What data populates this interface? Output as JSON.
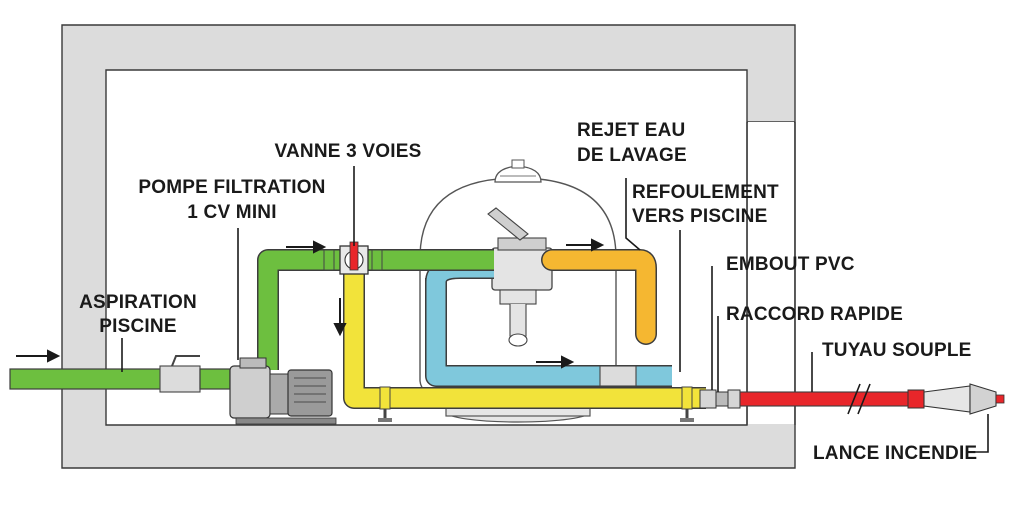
{
  "labels": {
    "aspiration_l1": "ASPIRATION",
    "aspiration_l2": "PISCINE",
    "pompe_l1": "POMPE FILTRATION",
    "pompe_l2": "1 CV MINI",
    "vanne": "VANNE 3 VOIES",
    "rejet_l1": "REJET EAU",
    "rejet_l2": "DE LAVAGE",
    "refoulement_l1": "REFOULEMENT",
    "refoulement_l2": "VERS PISCINE",
    "embout": "EMBOUT PVC",
    "raccord": "RACCORD RAPIDE",
    "tuyau": "TUYAU SOUPLE",
    "lance": "LANCE INCENDIE"
  },
  "colors": {
    "room_wall": "#dcdcdc",
    "wall_outline": "#3a3a3a",
    "pipe_green": "#6dbf3f",
    "pipe_yellow": "#f2e33a",
    "pipe_orange": "#f5b731",
    "pipe_blue": "#7fc8dc",
    "hose_red": "#e8262a",
    "filter_body": "#ffffff",
    "metal": "#9a9a9a"
  },
  "icons": [
    "flow-arrow-icon",
    "valve-icon",
    "pump-icon",
    "sand-filter-icon",
    "nozzle-icon"
  ]
}
